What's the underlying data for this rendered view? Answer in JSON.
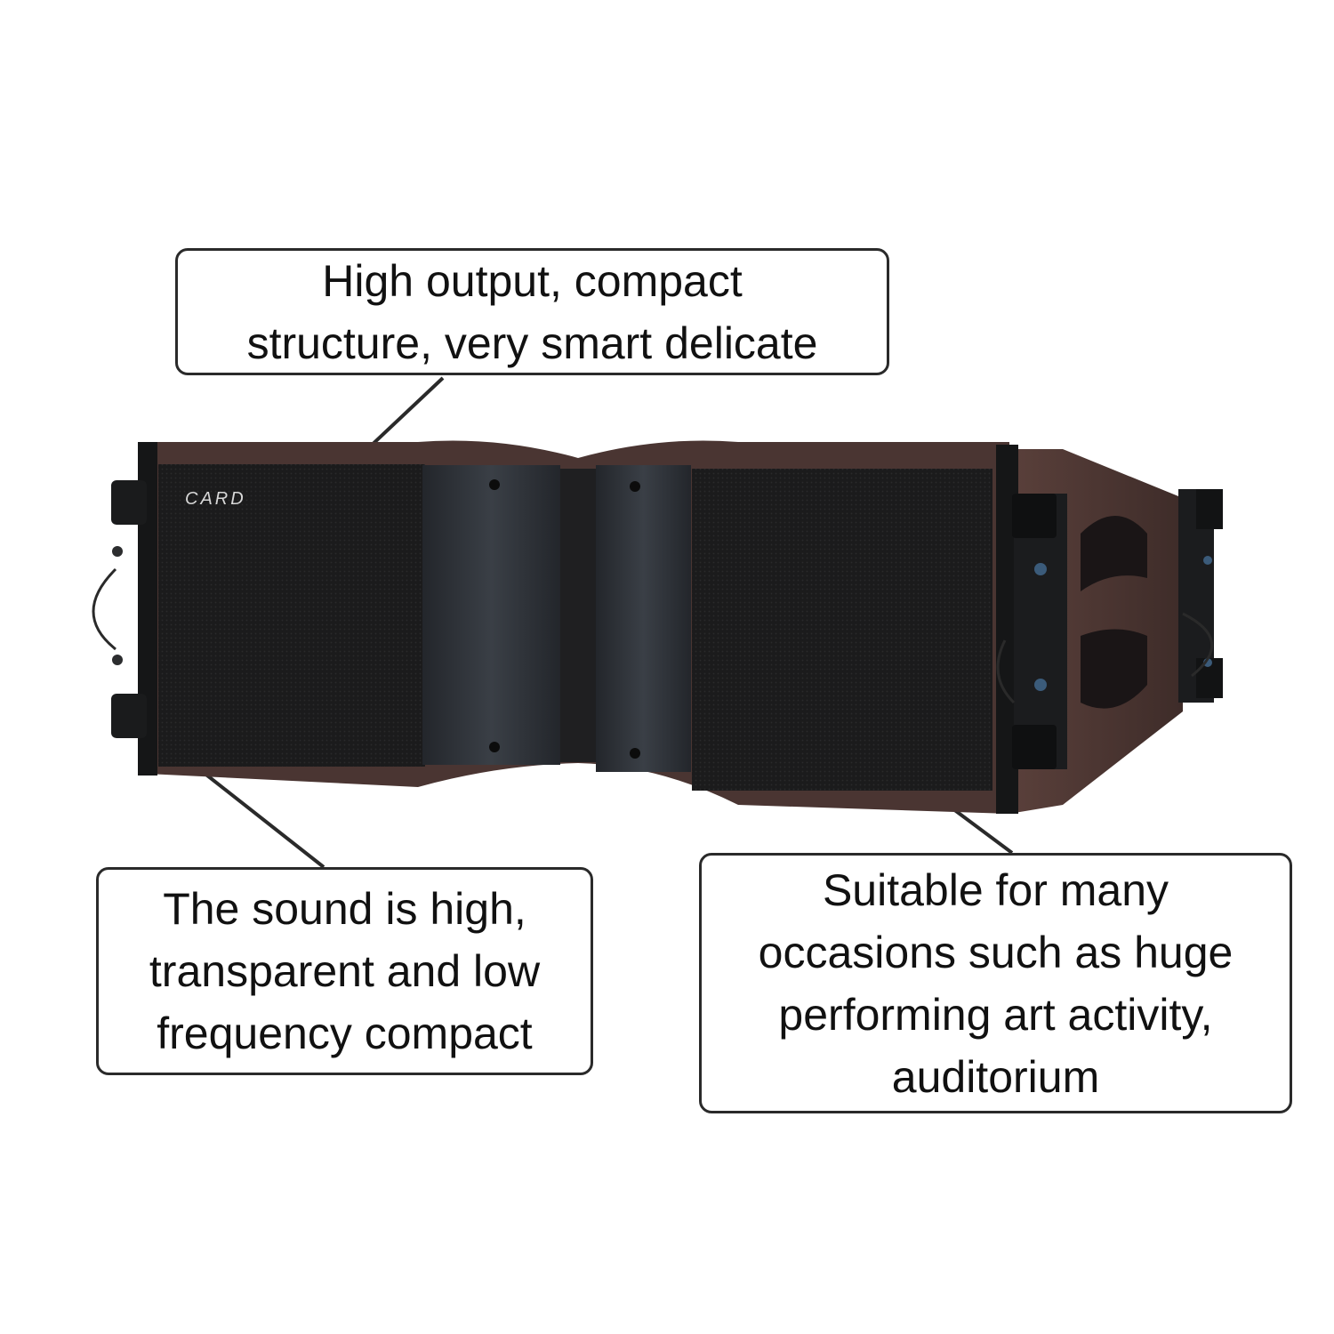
{
  "product": {
    "brand_logo_text": "CARD",
    "colors": {
      "cabinet": "#4a3532",
      "grille": "#1b1b1c",
      "waveguide": "#2e3238",
      "rigging": "#151617",
      "callout_border": "#2a2a2a",
      "text": "#111111"
    }
  },
  "callouts": {
    "top": {
      "lines": [
        "High output, compact",
        "structure, very smart delicate"
      ]
    },
    "left": {
      "lines": [
        "The sound is high,",
        "transparent and low",
        "frequency compact"
      ]
    },
    "right": {
      "lines": [
        "Suitable for many",
        "occasions such as huge",
        "performing art activity,",
        "auditorium"
      ]
    }
  }
}
